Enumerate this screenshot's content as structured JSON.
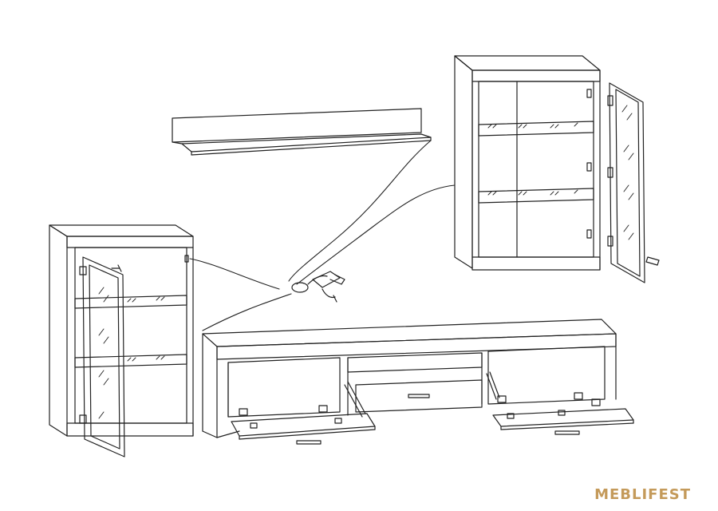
{
  "brand": {
    "name": "MEBLIFEST",
    "color": "#c49a5a"
  },
  "diagram": {
    "type": "furniture-assembly-line-drawing",
    "components": [
      "wall-shelf",
      "left-display-cabinet",
      "right-wall-display-cabinet",
      "tv-stand",
      "led-lighting-cable",
      "power-adapter"
    ],
    "line_color": "#222222"
  }
}
